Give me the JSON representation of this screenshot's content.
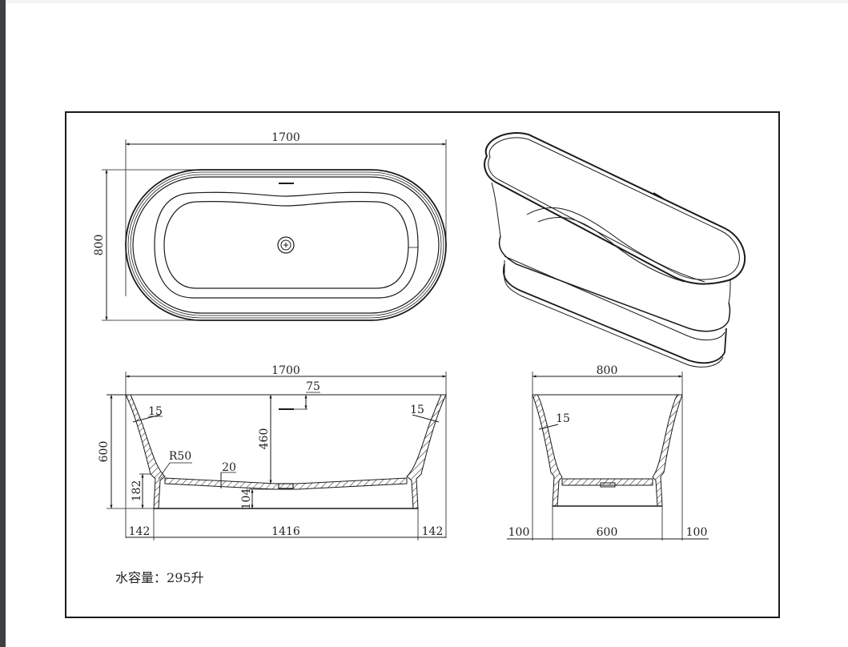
{
  "drawing": {
    "subject": "freestanding bathtub",
    "units": "mm",
    "capacity": {
      "label": "水容量：",
      "value": "295",
      "unit": "升"
    },
    "plan_view": {
      "length": "1700",
      "width": "800"
    },
    "long_section": {
      "length": "1700",
      "height": "600",
      "inner_depth": "460",
      "overflow_offset": "75",
      "wall_thickness_left": "15",
      "wall_thickness_right": "15",
      "fillet_radius": "R50",
      "floor_thickness": "20",
      "plinth_height": "182",
      "drain_clearance": "104",
      "base_offset_left": "142",
      "base_width": "1416",
      "base_offset_right": "142"
    },
    "cross_section": {
      "width": "800",
      "wall_thickness": "15",
      "base_offset_left": "100",
      "base_width": "600",
      "base_offset_right": "100"
    }
  },
  "colors": {
    "line": "#1a1a1a",
    "frame": "#1a1a1a",
    "text": "#222222",
    "sidebar": "#3d3f41"
  }
}
